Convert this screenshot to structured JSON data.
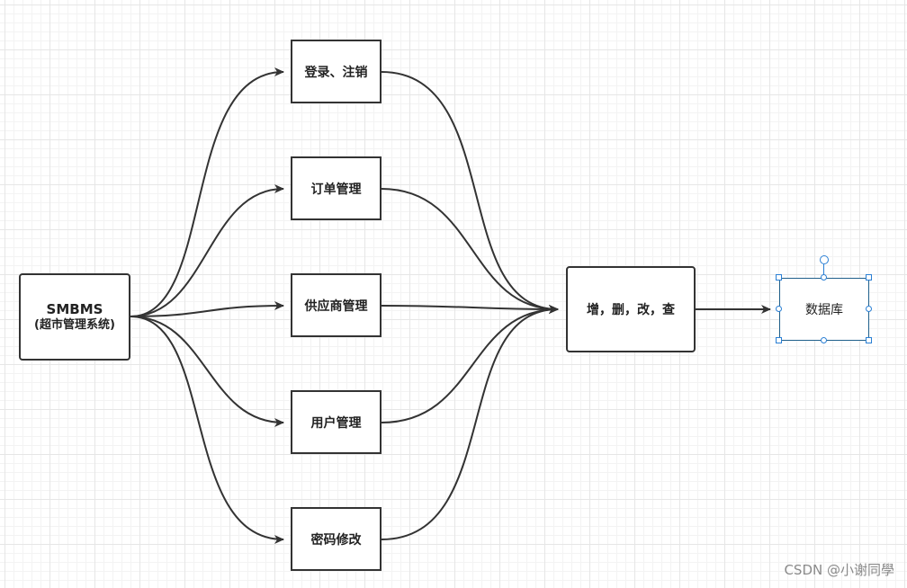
{
  "diagram": {
    "source": {
      "title": "SMBMS",
      "subtitle": "(超市管理系统)"
    },
    "modules": [
      {
        "id": "login",
        "label": "登录、注销"
      },
      {
        "id": "orders",
        "label": "订单管理"
      },
      {
        "id": "suppliers",
        "label": "供应商管理"
      },
      {
        "id": "users",
        "label": "用户管理"
      },
      {
        "id": "password",
        "label": "密码修改"
      }
    ],
    "crud": {
      "label": "增，删，改，查"
    },
    "database": {
      "label": "数据库"
    }
  },
  "colors": {
    "stroke": "#333333",
    "selection": "#2a7fd4",
    "database_border": "#1f5f8b"
  },
  "watermark": "CSDN @小谢同學"
}
